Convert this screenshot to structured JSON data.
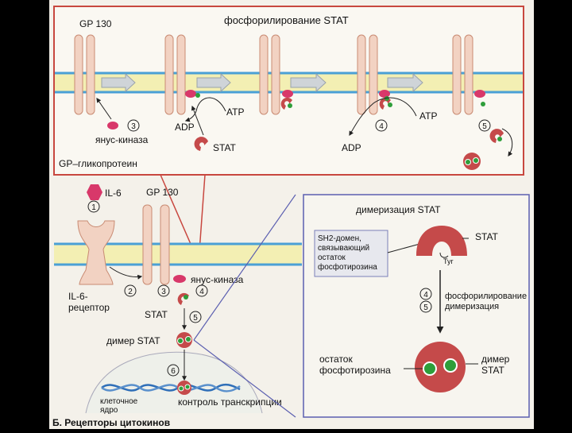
{
  "colors": {
    "background": "#000000",
    "page": "#f4f1ea",
    "frame": "#c8473f",
    "membrane_band": "#f3efb3",
    "membrane_line": "#4aa0d6",
    "receptor": "#f2d2c2",
    "receptor_edge": "#c98b73",
    "kinase": "#d8386a",
    "stat": "#c54a4a",
    "phospho": "#2e9e3a",
    "arrow_fill": "#cfd4d8"
  },
  "top_panel": {
    "gp130_label": "GP 130",
    "title": "фосфорилирование STAT",
    "atp_1": "ATP",
    "adp_1": "ADP",
    "stat_label": "STAT",
    "step_3": "3",
    "kinase_label": "янус-киназа",
    "atp_2": "ATP",
    "adp_2": "ADP",
    "step_4": "4",
    "step_5": "5",
    "gp_note": "GP–гликопротеин"
  },
  "bottom_left": {
    "il6_label": "IL-6",
    "gp130_label": "GP 130",
    "step_1": "1",
    "step_2": "2",
    "step_3": "3",
    "step_4": "4",
    "step_5": "5",
    "step_6": "6",
    "receptor_label_line1": "IL-6-",
    "receptor_label_line2": "рецептор",
    "kinase_label": "янус-киназа",
    "stat_label": "STAT",
    "dimer_label": "димер STAT",
    "nucleus_label_line1": "клеточное",
    "nucleus_label_line2": "ядро",
    "transcription_label": "контроль транскрипции"
  },
  "bottom_right": {
    "title": "димеризация STAT",
    "sh2_line1": "SH2-домен,",
    "sh2_line2": "связывающий",
    "sh2_line3": "остаток",
    "sh2_line4": "фосфотирозина",
    "stat_label": "STAT",
    "tyr_label": "Tyr",
    "step_4": "4",
    "step_5": "5",
    "process_line1": "фосфорилирование",
    "process_line2": "димеризация",
    "residue_line1": "остаток",
    "residue_line2": "фосфотирозина",
    "dimer_line1": "димер",
    "dimer_line2": "STAT"
  },
  "caption": "Б. Рецепторы цитокинов"
}
